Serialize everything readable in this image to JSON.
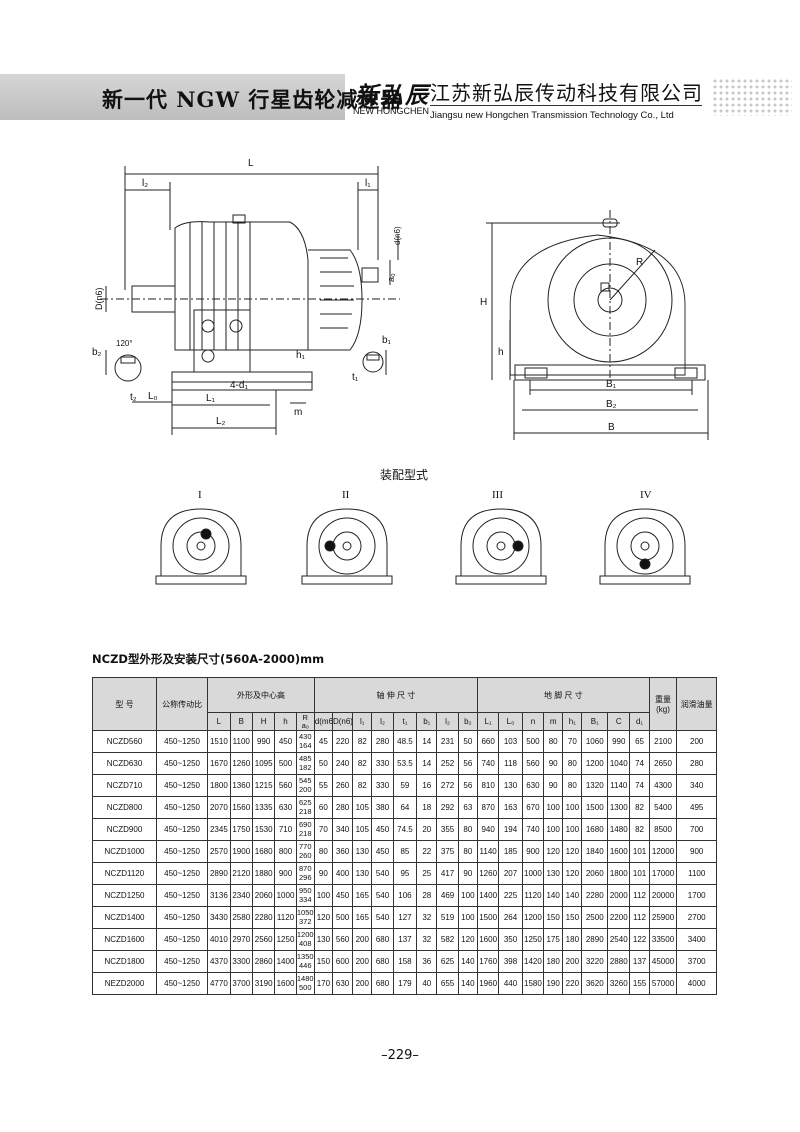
{
  "header": {
    "title": "新一代 NGW 行星齿轮减速器",
    "brand_cn": "新弘辰",
    "brand_en": "NEW HONGCHEN",
    "company_cn": "江苏新弘辰传动科技有限公司",
    "company_en": "Jiangsu new Hongchen Transmission Technology Co., Ltd"
  },
  "drawing_labels": {
    "L": "L",
    "l2": "l₂",
    "l1": "l₁",
    "d": "d(n6)",
    "D": "D(n6)",
    "a0": "a₀",
    "b2": "b₂",
    "b1": "b₁",
    "angle": "120°",
    "t2": "t₂",
    "t1": "t₁",
    "h1": "h₁",
    "L0": "L₀",
    "L1": "L₁",
    "L2": "L₂",
    "m": "m",
    "holes": "4-d₁",
    "H": "H",
    "h": "h",
    "R": "R",
    "B1": "B₁",
    "B2": "B₂",
    "B": "B"
  },
  "mounting": {
    "caption": "装配型式",
    "types": [
      "I",
      "II",
      "III",
      "IV"
    ]
  },
  "table": {
    "title": "NCZD型外形及安装尺寸(560A-2000)mm",
    "group_model": "型 号",
    "group_ratio": "公称传动比",
    "group_size": "外形及中心高",
    "group_shaft": "轴 伸 尺 寸",
    "group_foot": "地 脚 尺 寸",
    "group_weight": "重量(kg)",
    "group_oil": "润滑油量",
    "sub_size": [
      "L",
      "B",
      "H",
      "h"
    ],
    "sub_R": "R",
    "sub_a0": "a₀",
    "sub_shaft": [
      "d(m6)",
      "D(n6)",
      "l₁",
      "l₂",
      "t₁",
      "b₁",
      "l₂",
      "b₂"
    ],
    "sub_foot": [
      "L₁",
      "L₀",
      "n",
      "m",
      "h₁",
      "B₁",
      "C",
      "d₁"
    ],
    "rows": [
      {
        "model": "NCZD560",
        "ratio": "450~1250",
        "L": "1510",
        "B": "1100",
        "H": "990",
        "h": "450",
        "R": "430",
        "a0": "164",
        "c1": "45",
        "c2": "220",
        "c3": "82",
        "c4": "280",
        "c5": "48.5",
        "c6": "14",
        "c7": "231",
        "c8": "50",
        "f1": "660",
        "f2": "103",
        "f3": "500",
        "f4": "80",
        "f5": "70",
        "f6": "1060",
        "f7": "990",
        "f8": "65",
        "w": "2100",
        "oil": "200"
      },
      {
        "model": "NCZD630",
        "ratio": "450~1250",
        "L": "1670",
        "B": "1260",
        "H": "1095",
        "h": "500",
        "R": "485",
        "a0": "182",
        "c1": "50",
        "c2": "240",
        "c3": "82",
        "c4": "330",
        "c5": "53.5",
        "c6": "14",
        "c7": "252",
        "c8": "56",
        "f1": "740",
        "f2": "118",
        "f3": "560",
        "f4": "90",
        "f5": "80",
        "f6": "1200",
        "f7": "1040",
        "f8": "74",
        "w": "2650",
        "oil": "280"
      },
      {
        "model": "NCZD710",
        "ratio": "450~1250",
        "L": "1800",
        "B": "1360",
        "H": "1215",
        "h": "560",
        "R": "545",
        "a0": "200",
        "c1": "55",
        "c2": "260",
        "c3": "82",
        "c4": "330",
        "c5": "59",
        "c6": "16",
        "c7": "272",
        "c8": "56",
        "f1": "810",
        "f2": "130",
        "f3": "630",
        "f4": "90",
        "f5": "80",
        "f6": "1320",
        "f7": "1140",
        "f8": "74",
        "w": "4300",
        "oil": "340"
      },
      {
        "model": "NCZD800",
        "ratio": "450~1250",
        "L": "2070",
        "B": "1560",
        "H": "1335",
        "h": "630",
        "R": "625",
        "a0": "218",
        "c1": "60",
        "c2": "280",
        "c3": "105",
        "c4": "380",
        "c5": "64",
        "c6": "18",
        "c7": "292",
        "c8": "63",
        "f1": "870",
        "f2": "163",
        "f3": "670",
        "f4": "100",
        "f5": "100",
        "f6": "1500",
        "f7": "1300",
        "f8": "82",
        "w": "5400",
        "oil": "495"
      },
      {
        "model": "NCZD900",
        "ratio": "450~1250",
        "L": "2345",
        "B": "1750",
        "H": "1530",
        "h": "710",
        "R": "690",
        "a0": "218",
        "c1": "70",
        "c2": "340",
        "c3": "105",
        "c4": "450",
        "c5": "74.5",
        "c6": "20",
        "c7": "355",
        "c8": "80",
        "f1": "940",
        "f2": "194",
        "f3": "740",
        "f4": "100",
        "f5": "100",
        "f6": "1680",
        "f7": "1480",
        "f8": "82",
        "w": "8500",
        "oil": "700"
      },
      {
        "model": "NCZD1000",
        "ratio": "450~1250",
        "L": "2570",
        "B": "1900",
        "H": "1680",
        "h": "800",
        "R": "770",
        "a0": "260",
        "c1": "80",
        "c2": "360",
        "c3": "130",
        "c4": "450",
        "c5": "85",
        "c6": "22",
        "c7": "375",
        "c8": "80",
        "f1": "1140",
        "f2": "185",
        "f3": "900",
        "f4": "120",
        "f5": "120",
        "f6": "1840",
        "f7": "1600",
        "f8": "101",
        "w": "12000",
        "oil": "900"
      },
      {
        "model": "NCZD1120",
        "ratio": "450~1250",
        "L": "2890",
        "B": "2120",
        "H": "1880",
        "h": "900",
        "R": "870",
        "a0": "296",
        "c1": "90",
        "c2": "400",
        "c3": "130",
        "c4": "540",
        "c5": "95",
        "c6": "25",
        "c7": "417",
        "c8": "90",
        "f1": "1260",
        "f2": "207",
        "f3": "1000",
        "f4": "130",
        "f5": "120",
        "f6": "2060",
        "f7": "1800",
        "f8": "101",
        "w": "17000",
        "oil": "1100"
      },
      {
        "model": "NCZD1250",
        "ratio": "450~1250",
        "L": "3136",
        "B": "2340",
        "H": "2060",
        "h": "1000",
        "R": "950",
        "a0": "334",
        "c1": "100",
        "c2": "450",
        "c3": "165",
        "c4": "540",
        "c5": "106",
        "c6": "28",
        "c7": "469",
        "c8": "100",
        "f1": "1400",
        "f2": "225",
        "f3": "1120",
        "f4": "140",
        "f5": "140",
        "f6": "2280",
        "f7": "2000",
        "f8": "112",
        "w": "20000",
        "oil": "1700"
      },
      {
        "model": "NCZD1400",
        "ratio": "450~1250",
        "L": "3430",
        "B": "2580",
        "H": "2280",
        "h": "1120",
        "R": "1050",
        "a0": "372",
        "c1": "120",
        "c2": "500",
        "c3": "165",
        "c4": "540",
        "c5": "127",
        "c6": "32",
        "c7": "519",
        "c8": "100",
        "f1": "1500",
        "f2": "264",
        "f3": "1200",
        "f4": "150",
        "f5": "150",
        "f6": "2500",
        "f7": "2200",
        "f8": "112",
        "w": "25900",
        "oil": "2700"
      },
      {
        "model": "NCZD1600",
        "ratio": "450~1250",
        "L": "4010",
        "B": "2970",
        "H": "2560",
        "h": "1250",
        "R": "1200",
        "a0": "408",
        "c1": "130",
        "c2": "560",
        "c3": "200",
        "c4": "680",
        "c5": "137",
        "c6": "32",
        "c7": "582",
        "c8": "120",
        "f1": "1600",
        "f2": "350",
        "f3": "1250",
        "f4": "175",
        "f5": "180",
        "f6": "2890",
        "f7": "2540",
        "f8": "122",
        "w": "33500",
        "oil": "3400"
      },
      {
        "model": "NCZD1800",
        "ratio": "450~1250",
        "L": "4370",
        "B": "3300",
        "H": "2860",
        "h": "1400",
        "R": "1350",
        "a0": "446",
        "c1": "150",
        "c2": "600",
        "c3": "200",
        "c4": "680",
        "c5": "158",
        "c6": "36",
        "c7": "625",
        "c8": "140",
        "f1": "1760",
        "f2": "398",
        "f3": "1420",
        "f4": "180",
        "f5": "200",
        "f6": "3220",
        "f7": "2880",
        "f8": "137",
        "w": "45000",
        "oil": "3700"
      },
      {
        "model": "NEZD2000",
        "ratio": "450~1250",
        "L": "4770",
        "B": "3700",
        "H": "3190",
        "h": "1600",
        "R": "1480",
        "a0": "500",
        "c1": "170",
        "c2": "630",
        "c3": "200",
        "c4": "680",
        "c5": "179",
        "c6": "40",
        "c7": "655",
        "c8": "140",
        "f1": "1960",
        "f2": "440",
        "f3": "1580",
        "f4": "190",
        "f5": "220",
        "f6": "3620",
        "f7": "3260",
        "f8": "155",
        "w": "57000",
        "oil": "4000"
      }
    ]
  },
  "page_number": "–229–"
}
